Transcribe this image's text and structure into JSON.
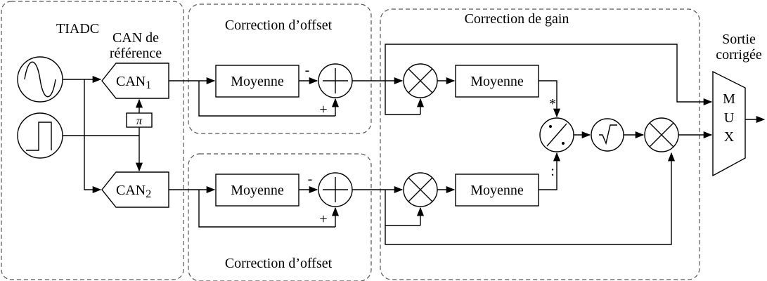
{
  "regions": {
    "tiadc": "TIADC",
    "offset_top": "Correction d’offset",
    "offset_bottom": "Correction d’offset",
    "gain": "Correction de gain"
  },
  "labels": {
    "can_ref_line1": "CAN de",
    "can_ref_line2": "référence",
    "output_line1": "Sortie",
    "output_line2": "corrigée"
  },
  "blocks": {
    "can1": "CAN",
    "can1_sub": "1",
    "can2": "CAN",
    "can2_sub": "2",
    "pi": "π",
    "moyenne": "Moyenne",
    "mux_m": "M",
    "mux_u": "U",
    "mux_x": "X"
  },
  "signs": {
    "minus": "-",
    "plus": "+",
    "star": "*",
    "colon": ":"
  }
}
